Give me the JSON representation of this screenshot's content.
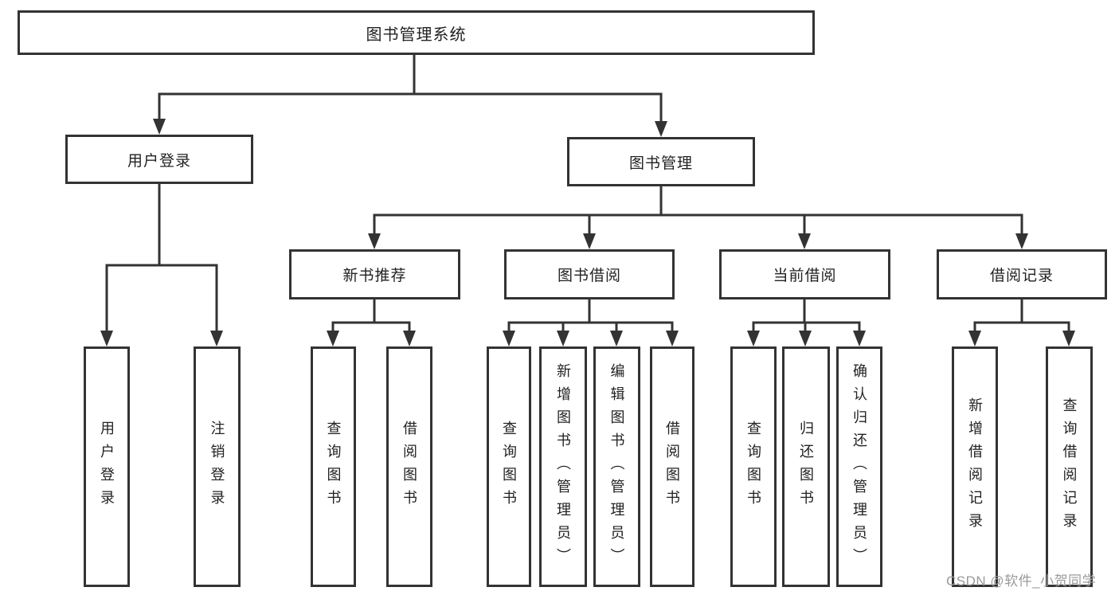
{
  "diagram": {
    "root": "图书管理系统",
    "user_branch": {
      "label": "用户登录",
      "leaves": [
        "用户登录",
        "注销登录"
      ]
    },
    "book_branch": {
      "label": "图书管理",
      "sections": [
        {
          "label": "新书推荐",
          "leaves": [
            "查询图书",
            "借阅图书"
          ]
        },
        {
          "label": "图书借阅",
          "leaves": [
            "查询图书",
            "新增图书（管理员）",
            "编辑图书（管理员）",
            "借阅图书"
          ]
        },
        {
          "label": "当前借阅",
          "leaves": [
            "查询图书",
            "归还图书",
            "确认归还（管理员）"
          ]
        },
        {
          "label": "借阅记录",
          "leaves": [
            "新增借阅记录",
            "查询借阅记录"
          ]
        }
      ]
    }
  },
  "watermark": "CSDN @软件_小贺同学",
  "colors": {
    "line": "#333333",
    "box_border": "#333333",
    "box_fill": "#ffffff",
    "text": "#222222",
    "watermark": "#9a9a9a",
    "background": "#ffffff"
  }
}
